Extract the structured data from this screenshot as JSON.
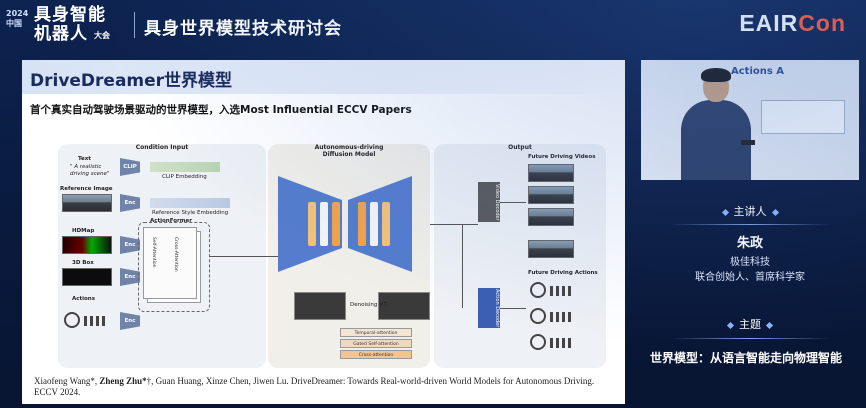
{
  "header": {
    "logo_small": "2024\n中国",
    "logo_main": "具身智能\n机器人",
    "logo_tag": "大会",
    "event_title": "具身世界模型技术研讨会",
    "brand_prefix": "EAIR",
    "brand_suffix": "Con"
  },
  "slide": {
    "title": "DriveDreamer世界模型",
    "subtitle": "首个真实自动驾驶场景驱动的世界模型，入选Most Influential ECCV Papers",
    "citation_authors_pre": "Xiaofeng Wang*, ",
    "citation_bold": "Zheng Zhu*",
    "citation_rest": "†, Guan Huang, Xinze Chen, Jiwen Lu. DriveDreamer: Towards Real-world-driven World Models for Autonomous Driving. ECCV 2024.",
    "diagram": {
      "condition_input": "Condition Input",
      "diffusion_title_1": "Autonomous-driving",
      "diffusion_title_2": "Diffusion Model",
      "output": "Output",
      "text_label": "Text",
      "text_quote_1": "\" A realistic",
      "text_quote_2": "driving scene\"",
      "clip": "CLIP",
      "clip_embedding": "CLIP Embedding",
      "ref_image": "Reference Image",
      "enc": "Enc",
      "ref_style": "Reference Style Embedding",
      "hdmap": "HDMap",
      "box3d": "3D Box",
      "actions": "Actions",
      "actionformer": "ActionFormer",
      "self_attention": "Self-Attention",
      "cross_attention": "Cross-Attention",
      "denoising": "Denoising ×T",
      "temporal_attention": "Temporal-attention",
      "gated_self_attention": "Gated Self-attention",
      "cross_attn_small": "Cross-attention",
      "future_videos": "Future Driving Videos",
      "video_decoder": "Video Decoder",
      "future_actions": "Future Driving Actions",
      "action_decoder": "Action Decoder"
    }
  },
  "speaker": {
    "tag": "主讲人",
    "name": "朱政",
    "org": "极佳科技",
    "role": "联合创始人、首席科学家"
  },
  "topic": {
    "tag": "主题",
    "text": "世界模型：从语言智能走向物理智能"
  },
  "camera": {
    "board_text": "Actions A"
  }
}
